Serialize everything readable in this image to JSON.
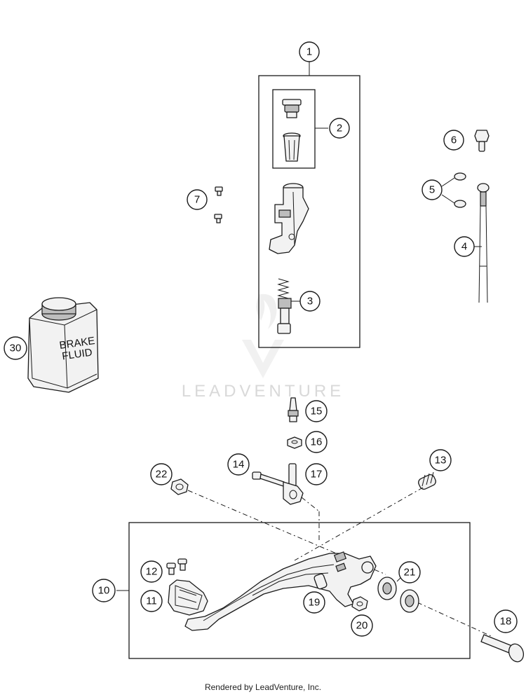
{
  "watermark": {
    "text": "LEADVENTURE"
  },
  "can_label": {
    "line1": "BRAKE",
    "line2": "FLUID"
  },
  "callouts": [
    "1",
    "2",
    "3",
    "4",
    "5",
    "6",
    "7",
    "10",
    "11",
    "12",
    "13",
    "14",
    "15",
    "16",
    "17",
    "18",
    "19",
    "20",
    "21",
    "22",
    "30"
  ],
  "footer": {
    "text": "Rendered by LeadVenture, Inc."
  }
}
